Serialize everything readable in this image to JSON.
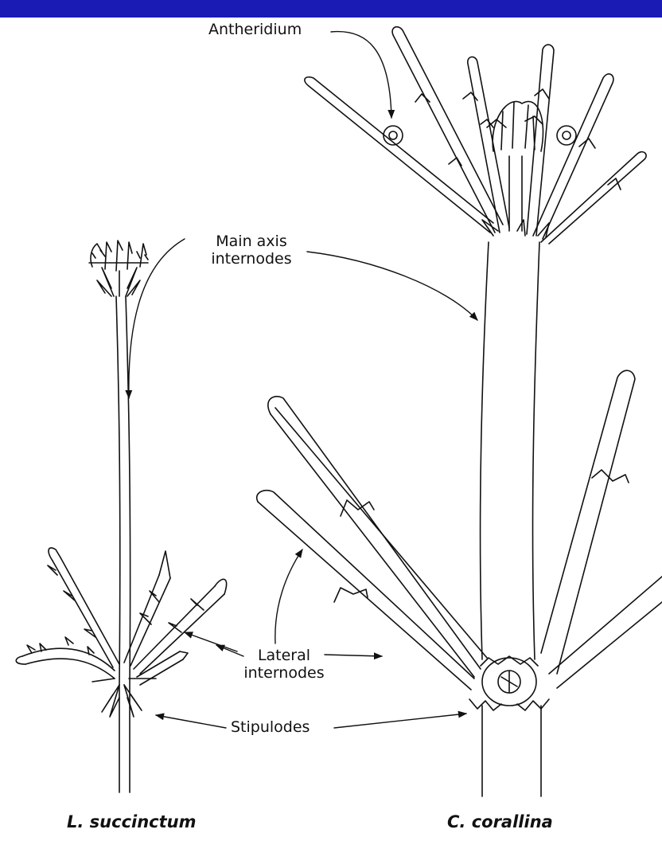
{
  "labels": {
    "antheridium": "Antheridium",
    "main_axis_line1": "Main axis",
    "main_axis_line2": "internodes",
    "lateral_line1": "Lateral",
    "lateral_line2": "internodes",
    "stipulodes": "Stipulodes"
  },
  "captions": {
    "left": "L. succinctum",
    "right": "C. corallina"
  },
  "colors": {
    "top_bar": "#1a1ab4",
    "ink": "#111111",
    "background": "#ffffff"
  }
}
